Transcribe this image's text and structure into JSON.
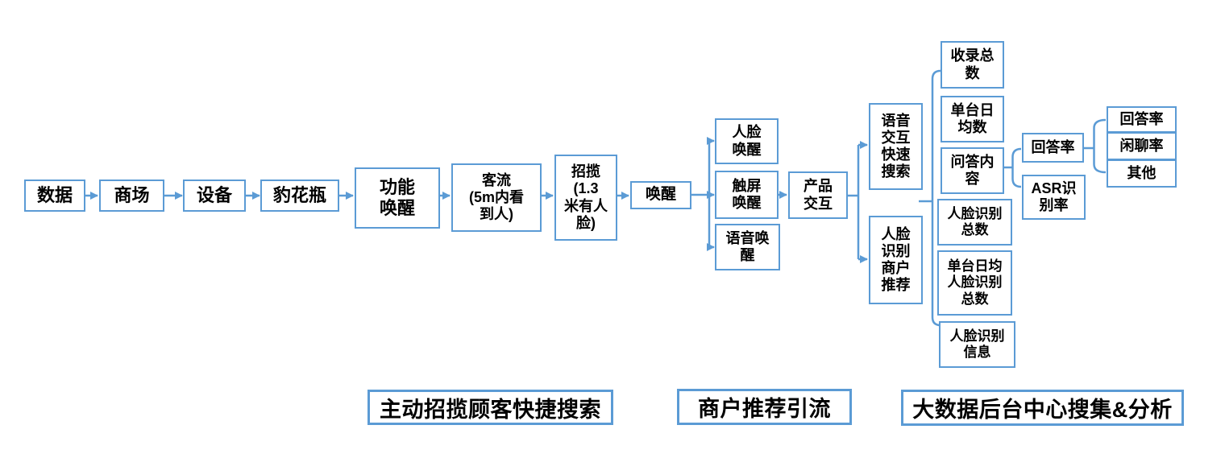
{
  "diagram": {
    "accent_color": "#5B9BD5",
    "text_color": "#000000",
    "nodes": {
      "data": "数据",
      "mall": "商场",
      "device": "设备",
      "leopard_vase": "豹花瓶",
      "function_wake": "功能\n唤醒",
      "customer_flow": "客流\n(5m内看\n到人)",
      "attract": "招揽\n(1.3\n米有人\n脸)",
      "wake": "唤醒",
      "face_wake": "人脸\n唤醒",
      "touch_wake": "触屏\n唤醒",
      "voice_wake": "语音唤\n醒",
      "product_interaction": "产品\n交互",
      "voice_quick_search": "语音\n交互\n快速\n搜索",
      "face_merchant_rec": "人脸\n识别\n商户\n推荐",
      "total_recorded": "收录总\n数",
      "per_unit_daily_avg": "单台日\n均数",
      "qa_content": "问答内\n容",
      "face_recog_total": "人脸识别\n总数",
      "per_unit_daily_face_total": "单台日均\n人脸识别\n总数",
      "face_recog_info": "人脸识别\n信息",
      "answer_rate": "回答率",
      "asr_rate": "ASR识\n别率",
      "answer_rate_detail": "回答率",
      "chat_rate": "闲聊率",
      "other": "其他"
    },
    "stage_labels": {
      "active_attract": "主动招揽顾客快捷搜索",
      "merchant_referral": "商户推荐引流",
      "big_data": "大数据后台中心搜集&分析"
    }
  }
}
